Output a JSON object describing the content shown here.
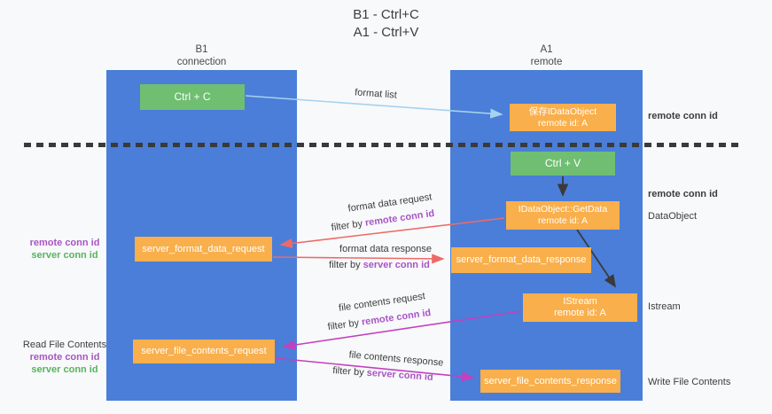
{
  "title": {
    "line1": "B1 - Ctrl+C",
    "line2": "A1 - Ctrl+V"
  },
  "lanes": {
    "left": {
      "name": "B1",
      "role": "connection"
    },
    "right": {
      "name": "A1",
      "role": "remote"
    }
  },
  "boxes": {
    "ctrl_c": "Ctrl + C",
    "ctrl_v": "Ctrl + V",
    "save_dataobject": {
      "line1": "保存IDataObject",
      "line2": "remote id: A"
    },
    "getdata": {
      "line1": "IDataObject::GetData",
      "line2": "remote id: A"
    },
    "istream": {
      "line1": "IStream",
      "line2": "remote id: A"
    },
    "format_request": "server_format_data_request",
    "format_response": "server_format_data_response",
    "file_request": "server_file_contents_request",
    "file_response": "server_file_contents_response"
  },
  "annotations": {
    "format_list": "format list",
    "format_data_request": {
      "text": "format data request",
      "filter_prefix": "filter by ",
      "filter_accent": "remote conn id"
    },
    "format_data_response": {
      "text": "format data response",
      "filter_prefix": "filter by ",
      "filter_accent": "server conn id"
    },
    "file_contents_request": {
      "text": "file contents request",
      "filter_prefix": "filter by ",
      "filter_accent": "remote conn id"
    },
    "file_contents_response": {
      "text": "file contents response",
      "filter_prefix": "filter by ",
      "filter_accent": "server conn id"
    }
  },
  "side_labels": {
    "right_remote_conn_top": "remote conn id",
    "right_remote_conn_mid": "remote conn id",
    "dataobject": "DataObject",
    "istream": "Istream",
    "write_file_contents": "Write File Contents",
    "left_group1": {
      "remote": "remote conn id",
      "server": "server conn id"
    },
    "left_group2": {
      "title": "Read File Contents",
      "remote": "remote conn id",
      "server": "server conn id"
    }
  },
  "colors": {
    "lane_blue": "#4a7ed8",
    "box_green": "#6fbe72",
    "box_orange": "#f9af4b",
    "accent_purple": "#a855c6",
    "accent_green": "#57b45c",
    "arrow_red": "#ee6a66",
    "arrow_magenta": "#c340bf",
    "arrow_blue": "#a6d2ee",
    "arrow_black": "#3a3a3a"
  }
}
